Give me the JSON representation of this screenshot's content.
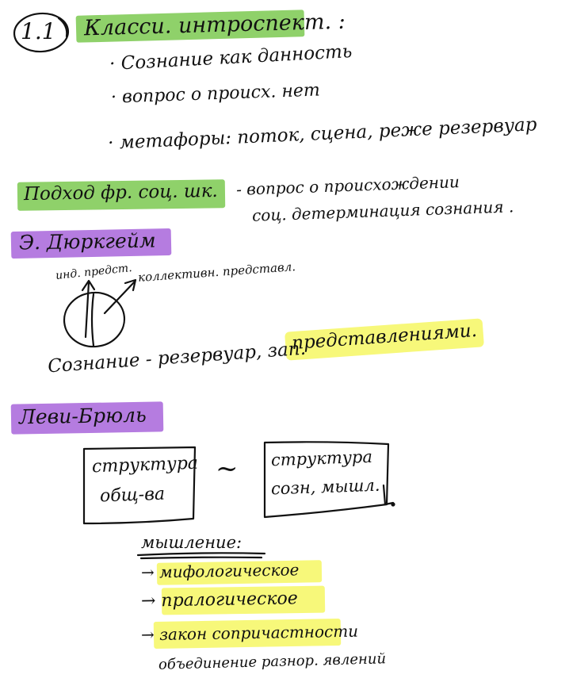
{
  "section_number": "1.1",
  "heading_classic": "Класси. интроспект. :",
  "item_given": "· Сознание как данность",
  "item_question": "· вопрос о происх. нет",
  "item_metaphors": "· метафоры: поток, сцена, реже резервуар",
  "heading_french": "Подход фр. соц. шк.",
  "french_note_1": "- вопрос о происхождении",
  "french_note_2": "соц. детерминация сознания .",
  "heading_durkheim": "Э. Дюркгейм",
  "label_individual": "инд. предст.",
  "label_collective": "коллективн. представл.",
  "consciousness_line": "Сознание - резервуар, зап.",
  "consciousness_highlight": "представлениями.",
  "heading_levy": "Леви-Брюль",
  "box_left_line1": "структура",
  "box_left_line2": "общ-ва",
  "tilde": "~",
  "box_right_line1": "структура",
  "box_right_line2": "созн, мышл.",
  "thinking_label": "мышление:",
  "thinking_item_1": "→ мифологическое",
  "thinking_item_2": "→ пралогическое",
  "thinking_item_3": "→ закон сопричастности",
  "thinking_note": "объединение разнор. явлений",
  "colors": {
    "green_highlight": "#8fd16a",
    "purple_highlight": "#b57ce0",
    "yellow_highlight": "#f7f87a",
    "ink": "#111111"
  }
}
